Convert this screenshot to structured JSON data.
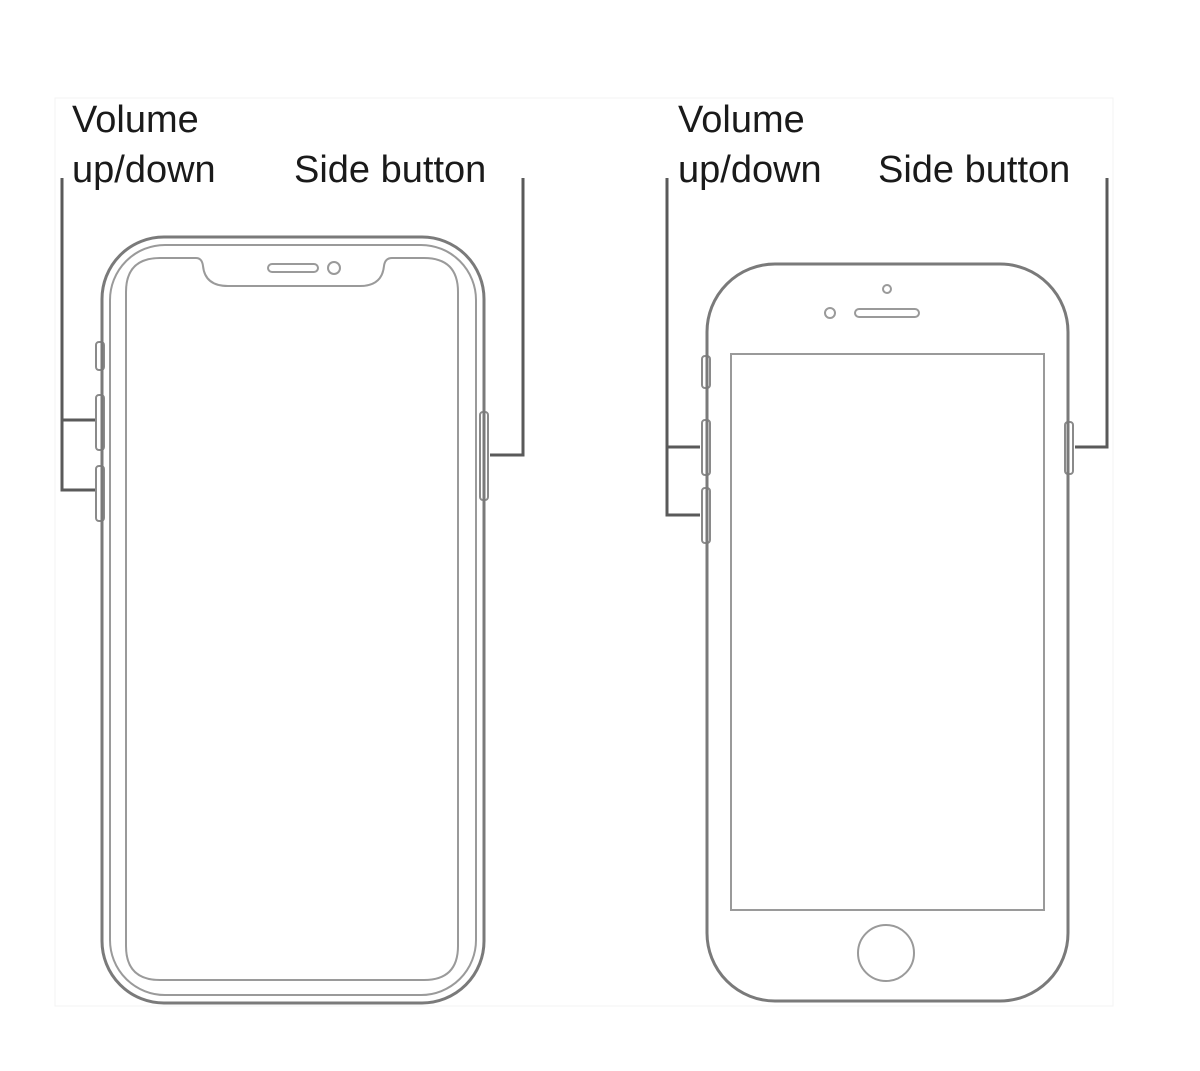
{
  "devices": [
    {
      "id": "face-id-iphone",
      "volume_label_line1": "Volume",
      "volume_label_line2": "up/down",
      "side_label": "Side button"
    },
    {
      "id": "home-button-iphone",
      "volume_label_line1": "Volume",
      "volume_label_line2": "up/down",
      "side_label": "Side button"
    }
  ],
  "colors": {
    "outline": "#7a7a7a",
    "leader": "#5a5a5a",
    "text": "#1a1a1a",
    "background": "#ffffff"
  }
}
